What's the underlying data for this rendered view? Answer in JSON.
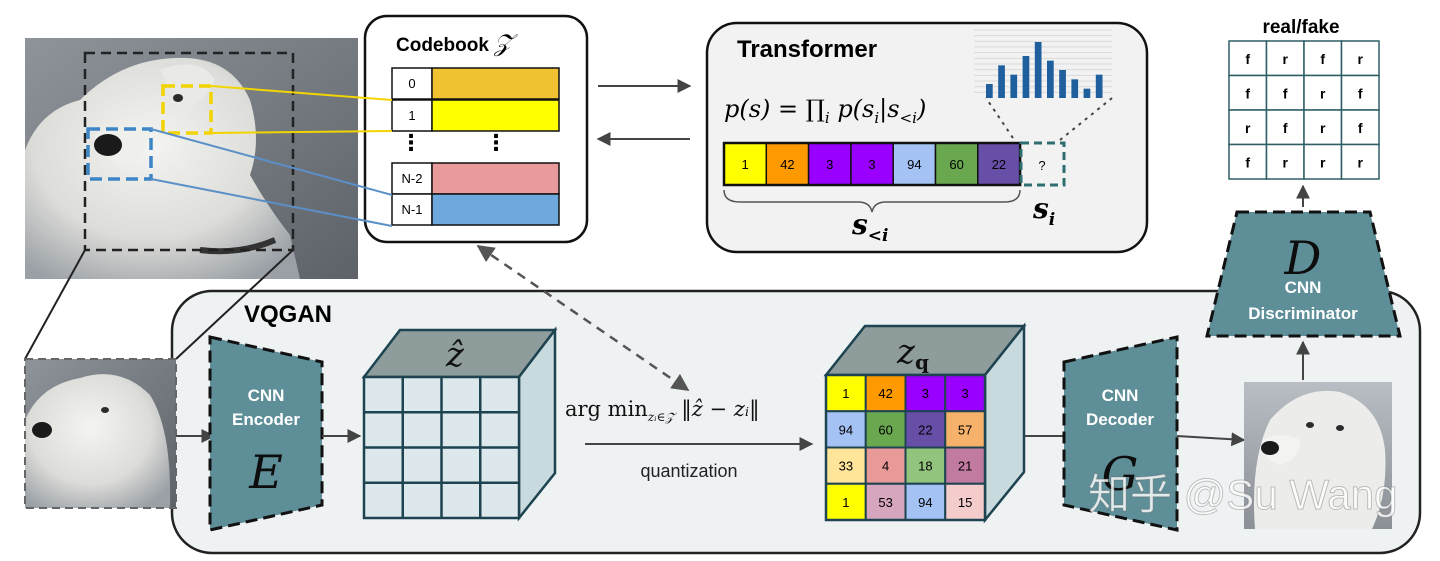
{
  "codebook": {
    "title": "Codebook",
    "symbol": "𝒵",
    "entries": [
      {
        "index": "0",
        "color": "#f0c232"
      },
      {
        "index": "1",
        "color": "#ffff00"
      },
      {
        "index": "N-2",
        "color": "#e99a9a"
      },
      {
        "index": "N-1",
        "color": "#6fa8dc"
      }
    ]
  },
  "transformer": {
    "title": "Transformer",
    "formula_lhs": "p(s) = ∏",
    "formula_i": "i",
    "formula_rhs": " p(s",
    "formula_i2": "i",
    "formula_bar": "|s",
    "formula_lt": "<i",
    "formula_close": ")",
    "sequence": [
      {
        "value": "1",
        "color": "#ffff00"
      },
      {
        "value": "42",
        "color": "#ff9900"
      },
      {
        "value": "3",
        "color": "#9900ff"
      },
      {
        "value": "3",
        "color": "#9900ff"
      },
      {
        "value": "94",
        "color": "#a4c2f4"
      },
      {
        "value": "60",
        "color": "#6aa84f"
      },
      {
        "value": "22",
        "color": "#674ea7"
      }
    ],
    "next_token": "?",
    "prefix_label": "s",
    "prefix_sub": "<i",
    "next_label": "s",
    "next_sub": "i",
    "histogram": [
      3,
      7,
      5,
      9,
      12,
      8,
      6,
      4,
      2,
      5
    ]
  },
  "discriminator": {
    "output_title": "real/fake",
    "grid": [
      [
        "f",
        "r",
        "f",
        "r"
      ],
      [
        "f",
        "f",
        "r",
        "f"
      ],
      [
        "r",
        "f",
        "r",
        "f"
      ],
      [
        "f",
        "r",
        "r",
        "r"
      ]
    ],
    "symbol": "D",
    "line1": "CNN",
    "line2": "Discriminator"
  },
  "vqgan": {
    "title": "VQGAN",
    "encoder": {
      "line1": "CNN",
      "line2": "Encoder",
      "symbol": "E"
    },
    "zhat_symbol": "ẑ",
    "argmin_label": "arg min",
    "argmin_sub": "zᵢ∈𝒵",
    "argmin_norm": " ‖ẑ − zᵢ‖",
    "quantization": "quantization",
    "zq_symbol": "z",
    "zq_sub": "q",
    "zq_grid": [
      [
        {
          "value": "1",
          "color": "#ffff00"
        },
        {
          "value": "42",
          "color": "#ff9900"
        },
        {
          "value": "3",
          "color": "#9900ff"
        },
        {
          "value": "3",
          "color": "#9900ff"
        }
      ],
      [
        {
          "value": "94",
          "color": "#a4c2f4"
        },
        {
          "value": "60",
          "color": "#6aa84f"
        },
        {
          "value": "22",
          "color": "#674ea7"
        },
        {
          "value": "57",
          "color": "#f6b26b"
        }
      ],
      [
        {
          "value": "33",
          "color": "#ffe599"
        },
        {
          "value": "4",
          "color": "#ea9999"
        },
        {
          "value": "18",
          "color": "#93c47d"
        },
        {
          "value": "21",
          "color": "#c27ba0"
        }
      ],
      [
        {
          "value": "1",
          "color": "#ffff00"
        },
        {
          "value": "53",
          "color": "#d5a6bd"
        },
        {
          "value": "94",
          "color": "#a4c2f4"
        },
        {
          "value": "15",
          "color": "#f4cccc"
        }
      ]
    ],
    "decoder": {
      "line1": "CNN",
      "line2": "Decoder",
      "symbol": "G"
    }
  },
  "watermark": "知乎 @Su Wang",
  "colors": {
    "network_teal": "#5e8e98",
    "cube_front": "#dde8ec",
    "cube_side": "#c9dade",
    "cube_top": "#8f9c9c",
    "vqgan_panel": "#eef2f3",
    "transformer_panel": "#f2f2f2",
    "histogram_bar": "#1f5f9e"
  },
  "icons": [
    "dog-photo",
    "dog-crop-photo",
    "dog-reconstruction-photo"
  ]
}
